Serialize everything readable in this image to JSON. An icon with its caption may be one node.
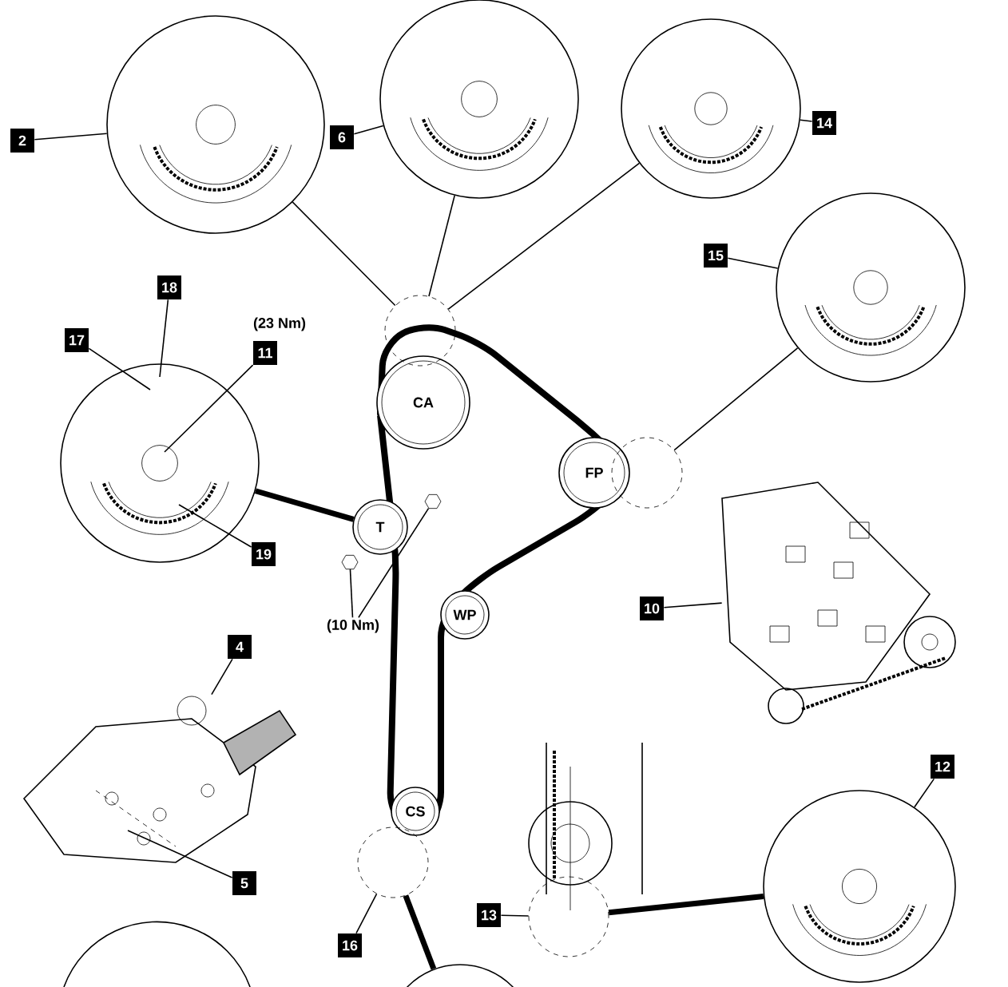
{
  "diagram": {
    "nodes": [
      {
        "text": [
          "CA"
        ]
      },
      {
        "text": [
          "FP"
        ]
      },
      {
        "text": [
          "T"
        ]
      },
      {
        "text": [
          "WP"
        ]
      },
      {
        "text": [
          "CS"
        ]
      },
      {
        "text": [],
        "shape": "circle"
      },
      {
        "text": [],
        "shape": "circle"
      },
      {
        "text": [],
        "shape": "circle"
      },
      {
        "text": [],
        "shape": "circle"
      },
      {
        "text": [],
        "shape": "circle"
      },
      {
        "text": [],
        "shape": "circle"
      },
      {
        "text": [],
        "shape": "picture"
      },
      {
        "text": [],
        "shape": "picture"
      },
      {
        "text": [],
        "shape": "picture"
      },
      {
        "text": [],
        "shape": "circle"
      },
      {
        "text": [],
        "shape": "circle"
      },
      {
        "text": [],
        "shape": "circle"
      },
      {
        "text": [],
        "shape": "circle"
      },
      {
        "text": [],
        "shape": "hexagon"
      },
      {
        "text": [],
        "shape": "hexagon"
      },
      {
        "text": [
          "2"
        ]
      },
      {
        "text": [
          "6"
        ]
      },
      {
        "text": [
          "14"
        ]
      },
      {
        "text": [
          "15"
        ]
      },
      {
        "text": [
          "18"
        ]
      },
      {
        "text": [
          "17"
        ]
      },
      {
        "text": [
          "11"
        ]
      },
      {
        "text": [
          "19"
        ]
      },
      {
        "text": [
          "4"
        ]
      },
      {
        "text": [
          "5"
        ]
      },
      {
        "text": [
          "10"
        ]
      },
      {
        "text": [
          "12"
        ]
      },
      {
        "text": [
          "13"
        ]
      },
      {
        "text": [
          "16"
        ]
      },
      {
        "text": [
          "(10 Nm)"
        ]
      },
      {
        "text": [],
        "shape": "circle"
      }
    ],
    "edges": [
      {
        "from": 14,
        "to": 5,
        "arrow": "none"
      },
      {
        "from": 14,
        "to": 6,
        "arrow": "none"
      },
      {
        "from": 14,
        "to": 7,
        "arrow": "none"
      },
      {
        "from": 15,
        "to": 8,
        "arrow": "none"
      },
      {
        "from": 2,
        "to": 9,
        "arrow": "none",
        "style": "thick"
      },
      {
        "from": 17,
        "to": 10,
        "arrow": "none",
        "style": "thick"
      },
      {
        "from": 16,
        "to": 35,
        "arrow": "none",
        "style": "thick"
      },
      {
        "from": 20,
        "to": 5,
        "arrow": "none"
      },
      {
        "from": 21,
        "to": 6,
        "arrow": "none"
      },
      {
        "from": 22,
        "to": 7,
        "arrow": "none"
      },
      {
        "from": 23,
        "to": 8,
        "arrow": "none"
      },
      {
        "from": 24,
        "to": 9,
        "arrow": "none"
      },
      {
        "from": 25,
        "to": 9,
        "arrow": "none"
      },
      {
        "from": 26,
        "to": 9,
        "arrow": "none"
      },
      {
        "from": 27,
        "to": 9,
        "arrow": "none"
      },
      {
        "from": 28,
        "to": 11,
        "arrow": "none"
      },
      {
        "from": 29,
        "to": 11,
        "arrow": "none"
      },
      {
        "from": 30,
        "to": 12,
        "arrow": "none"
      },
      {
        "from": 31,
        "to": 10,
        "arrow": "none"
      },
      {
        "from": 32,
        "to": 17,
        "arrow": "none"
      },
      {
        "from": 33,
        "to": 16,
        "arrow": "none"
      },
      {
        "from": 34,
        "to": 18,
        "arrow": "none"
      },
      {
        "from": 34,
        "to": 19,
        "arrow": "none"
      }
    ],
    "labels": [
      "(23 Nm)"
    ]
  }
}
